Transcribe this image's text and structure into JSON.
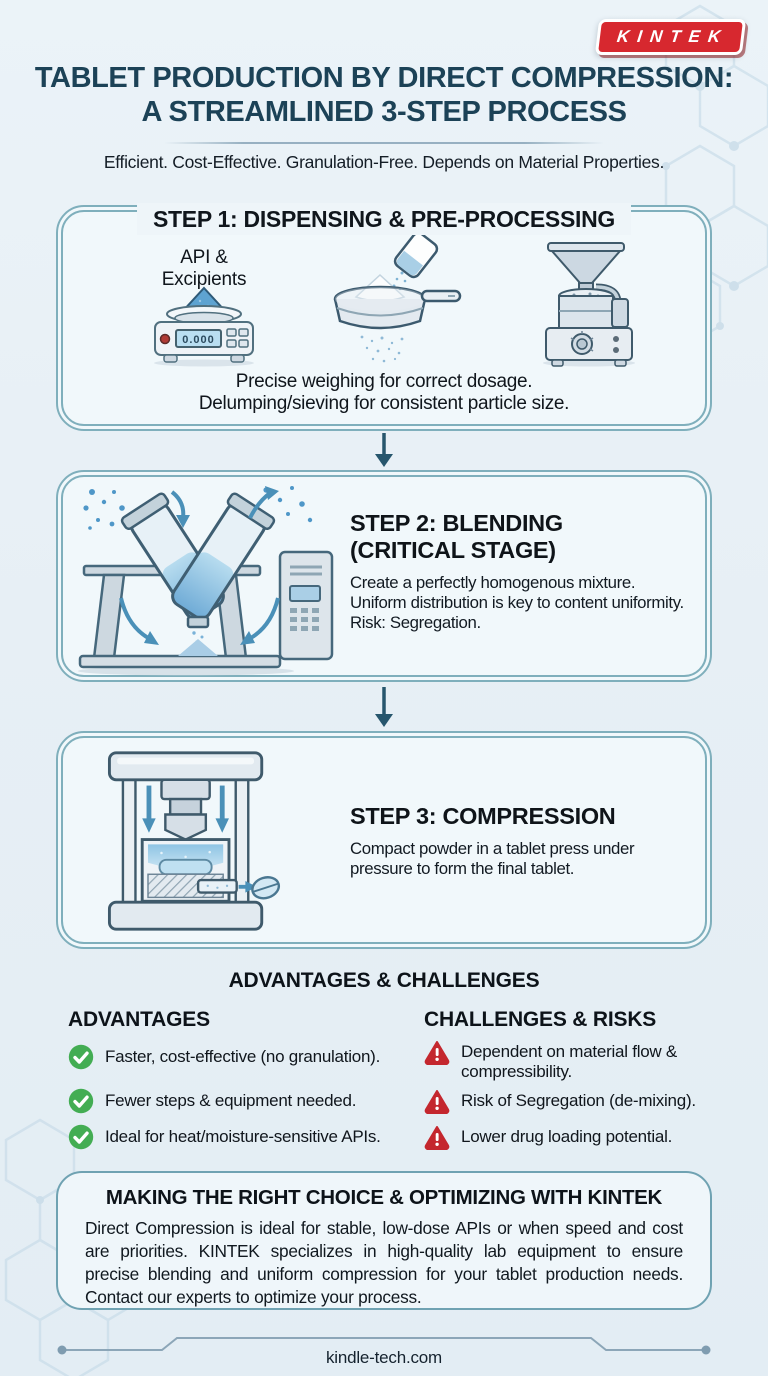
{
  "brand": {
    "logo_text": "KINTEK",
    "logo_color": "#d7282f"
  },
  "header": {
    "title_line1": "TABLET PRODUCTION BY DIRECT COMPRESSION:",
    "title_line2": "A STREAMLINED 3-STEP PROCESS",
    "title_color": "#1c4257",
    "subtitle": "Efficient. Cost-Effective. Granulation-Free. Depends on Material Properties."
  },
  "steps": [
    {
      "title": "STEP 1: DISPENSING & PRE-PROCESSING",
      "materials_label_line1": "API &",
      "materials_label_line2": "Excipients",
      "scale_display_value": "0.000",
      "illustrations": [
        "weighing-scale-icon",
        "sieve-icon",
        "delumper-mill-icon"
      ],
      "description_lines": [
        "Precise weighing for correct dosage.",
        "Delumping/sieving for consistent particle size."
      ]
    },
    {
      "title_line1": "STEP 2: BLENDING",
      "title_line2": "(CRITICAL STAGE)",
      "illustrations": [
        "v-blender-icon"
      ],
      "description_lines": [
        "Create a perfectly homogenous mixture.",
        "Uniform distribution is key to content uniformity.",
        "Risk: Segregation."
      ]
    },
    {
      "title": "STEP 3: COMPRESSION",
      "illustrations": [
        "tablet-press-icon"
      ],
      "description_lines": [
        "Compact powder in a tablet press under",
        "pressure to form the final tablet."
      ]
    }
  ],
  "advantages_challenges": {
    "section_title": "ADVANTAGES & CHALLENGES",
    "advantages": {
      "title": "ADVANTAGES",
      "icon": "check-circle-icon",
      "icon_color": "#43ad53",
      "items": [
        "Faster, cost-effective (no granulation).",
        "Fewer steps & equipment needed.",
        "Ideal for heat/moisture-sensitive APIs."
      ]
    },
    "challenges": {
      "title": "CHALLENGES & RISKS",
      "icon": "warning-triangle-icon",
      "icon_color": "#c4272e",
      "items": [
        "Dependent on material flow & compressibility.",
        "Risk of Segregation (de-mixing).",
        "Lower drug loading potential."
      ]
    }
  },
  "cta": {
    "title": "MAKING THE RIGHT CHOICE & OPTIMIZING WITH KINTEK",
    "body": "Direct Compression is ideal for stable, low-dose APIs or when speed and cost are priorities. KINTEK specializes in high-quality lab equipment to ensure precise blending and uniform compression for your tablet production needs. Contact our experts to optimize your process."
  },
  "footer": {
    "website": "kindle-tech.com"
  },
  "theme": {
    "background": "#e8f0f6",
    "box_fill": "#f1f8fb",
    "box_border": "#7fafbc",
    "arrow_color": "#27566d",
    "accent_navy": "#1c4257",
    "powder_blue": "#6fabd6"
  }
}
